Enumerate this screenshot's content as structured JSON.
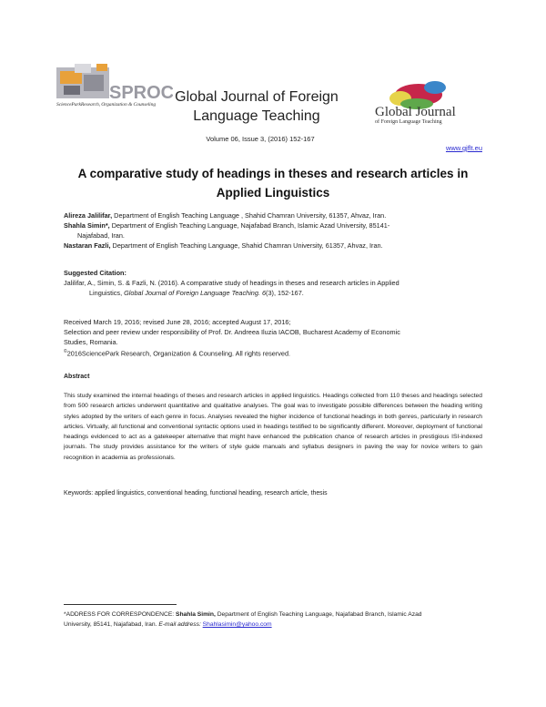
{
  "header": {
    "logo_left_text": "ScienceParkResearch, Organization & Counseling",
    "logo_left_brand": "SPROC",
    "logo_right_big": "Global Journal",
    "logo_right_small": "of Foreign Language Teaching",
    "journal_title_line1": "Global Journal of Foreign",
    "journal_title_line2": "Language Teaching",
    "issue": "Volume 06, Issue 3, (2016) 152-167",
    "site": "www.gjflt.eu"
  },
  "title": {
    "line1": "A comparative study of headings in theses and research articles in",
    "line2": "Applied Linguistics"
  },
  "authors": [
    {
      "name": "Alireza Jalilifar,",
      "affiliation": " Department of English Teaching Language , Shahid Chamran University, 61357, Ahvaz, Iran."
    },
    {
      "name": "Shahla Simin*,",
      "affiliation": " Department of English Teaching Language, Najafabad Branch, Islamic Azad University, 85141-",
      "cont": "Najafabad, Iran."
    },
    {
      "name": "Nastaran Fazli,",
      "affiliation": " Department of English Teaching Language, Shahid Chamran University, 61357, Ahvaz, Iran."
    }
  ],
  "citation": {
    "heading": "Suggested Citation:",
    "line1": "Jalilifar, A., Simin, S. & Fazli, N. (2016). A comparative study of headings in theses and research articles in Applied",
    "line2_pre": "Linguistics, ",
    "line2_journal": "Global Journal of Foreign Language Teaching. 6",
    "line2_post": "(3), 152-167."
  },
  "dates": {
    "line1": "Received March 19, 2016; revised June 28, 2016; accepted August 17, 2016;",
    "line2": "Selection and peer review under responsibility of Prof. Dr. Andreea Iluzia IACOB, Bucharest Academy of Economic",
    "line3": "Studies, Romania.",
    "copyright_symbol": "©",
    "line4": "2016SciencePark Research, Organization & Counseling. All rights reserved."
  },
  "abstract": {
    "heading": "Abstract",
    "body": "This study examined the internal headings of theses and research articles in applied linguistics. Headings collected from 110 theses and headings selected from 500 research articles underwent quantitative and qualitative analyses. The goal was to investigate possible differences between the heading writing styles adopted by the writers of each genre in focus. Analyses revealed the higher incidence of functional headings in both genres, particularly in research articles. Virtually, all functional and conventional syntactic options used in headings testified to be significantly different. Moreover, deployment of functional headings evidenced to act as a gatekeeper alternative that might have enhanced the publication chance of research articles in prestigious ISI-indexed journals. The study provides assistance for the writers of style guide manuals and syllabus designers in paving the way for novice writers to gain recognition in academia as professionals."
  },
  "keywords": "Keywords: applied linguistics, conventional heading, functional heading, research article, thesis",
  "footnote": {
    "label": "*ADDRESS FOR CORRESPONDENCE: ",
    "name": "Shahla Simin,",
    "rest1": " Department of English Teaching Language, Najafabad Branch, Islamic Azad",
    "rest2": "University, 85141, Najafabad, Iran. ",
    "email_label": "E-mail address: ",
    "email": "Shahlasimin@yahoo.com"
  },
  "colors": {
    "link": "#2a2ad0",
    "logo_orange": "#e8a13a",
    "logo_gray": "#9a9aa2",
    "logo_red": "#c6264a"
  }
}
